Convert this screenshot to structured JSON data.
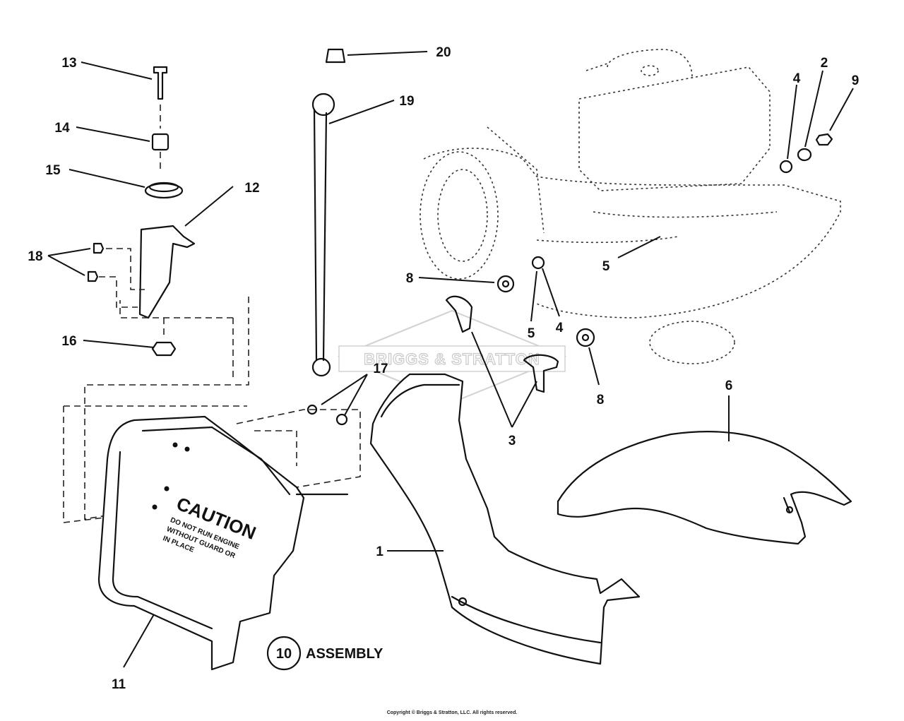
{
  "diagram": {
    "callouts": [
      {
        "label": "1"
      },
      {
        "label": "2"
      },
      {
        "label": "3"
      },
      {
        "label": "4"
      },
      {
        "label": "4"
      },
      {
        "label": "5"
      },
      {
        "label": "5"
      },
      {
        "label": "6"
      },
      {
        "label": "8"
      },
      {
        "label": "8"
      },
      {
        "label": "9"
      },
      {
        "label": "11"
      },
      {
        "label": "12"
      },
      {
        "label": "13"
      },
      {
        "label": "14"
      },
      {
        "label": "15"
      },
      {
        "label": "16"
      },
      {
        "label": "17"
      },
      {
        "label": "18"
      },
      {
        "label": "19"
      },
      {
        "label": "20"
      }
    ],
    "assembly": {
      "number": "10",
      "label": "ASSEMBLY"
    },
    "watermark": "BRIGGS & STRATTON",
    "decal": {
      "title": "CAUTION",
      "line1": "DO NOT RUN ENGINE",
      "line2": "WITHOUT GUARD OR",
      "line3": "IN PLACE"
    },
    "copyright": "Copyright © Briggs & Stratton, LLC. All rights reserved."
  }
}
